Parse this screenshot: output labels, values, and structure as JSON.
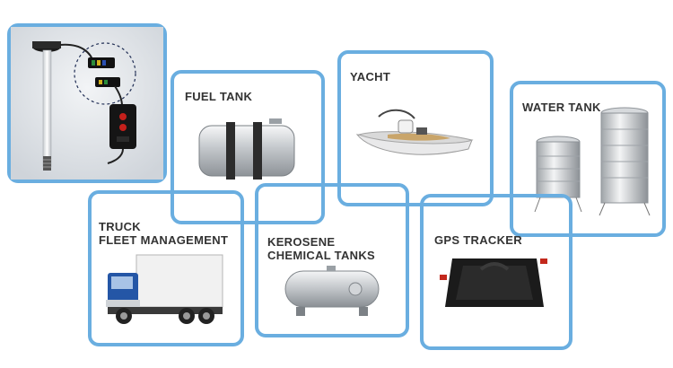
{
  "colors": {
    "frame": "#6aaee0",
    "label": "#333333",
    "sensor_panel_bg": "#dfe3e8"
  },
  "panels": {
    "fuel_tank": {
      "label": "FUEL TANK"
    },
    "yacht": {
      "label": "YACHT"
    },
    "water_tank": {
      "label": "WATER TANK"
    },
    "truck": {
      "label": "TRUCK\nFLEET MANAGEMENT"
    },
    "kerosene": {
      "label": "KEROSENE\nCHEMICAL TANKS"
    },
    "gps": {
      "label": "GPS TRACKER"
    }
  },
  "icons": [
    "fuel-level-sensor-image",
    "fuel-tank-image",
    "yacht-image",
    "water-tank-image",
    "truck-image",
    "kerosene-tank-image",
    "gps-tracker-image"
  ]
}
